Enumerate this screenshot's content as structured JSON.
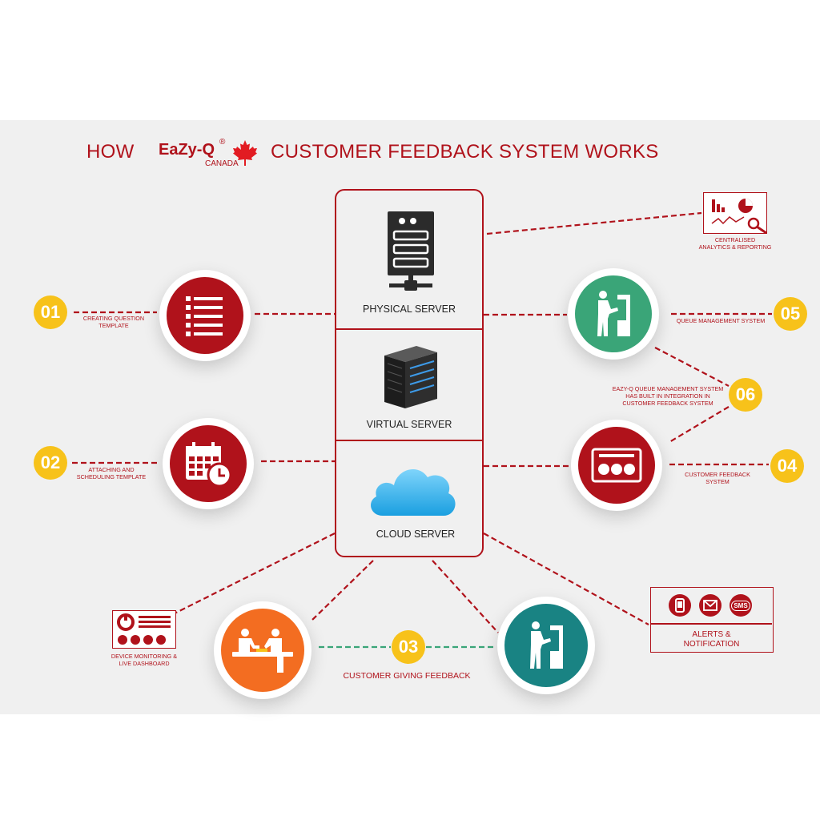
{
  "title": {
    "how": "HOW",
    "brand": "EaZy-Q",
    "registered": "®",
    "country": "CANADA",
    "rest": "CUSTOMER FEEDBACK SYSTEM WORKS"
  },
  "servers": {
    "physical": "PHYSICAL SERVER",
    "virtual": "VIRTUAL SERVER",
    "cloud": "CLOUD SERVER"
  },
  "steps": [
    {
      "num": "01",
      "label_lines": [
        "CREATING QUESTION",
        "TEMPLATE"
      ],
      "icon": "list-icon"
    },
    {
      "num": "02",
      "label_lines": [
        "ATTACHING AND",
        "SCHEDULING TEMPLATE"
      ],
      "icon": "calendar-clock-icon"
    },
    {
      "num": "03",
      "label_lines": [
        "CUSTOMER GIVING FEEDBACK"
      ],
      "icon": "feedback-counter-icon"
    },
    {
      "num": "04",
      "label_lines": [
        "CUSTOMER FEEDBACK",
        "SYSTEM"
      ],
      "icon": "feedback-panel-icon"
    },
    {
      "num": "05",
      "label_lines": [
        "QUEUE MANAGEMENT SYSTEM"
      ],
      "icon": "kiosk-user-icon"
    },
    {
      "num": "06",
      "label_lines": [
        "EAZY-Q QUEUE MANAGEMENT SYSTEM",
        "HAS BUILT IN INTEGRATION IN",
        "CUSTOMER FEEDBACK SYSTEM"
      ],
      "icon": ""
    }
  ],
  "extras": {
    "analytics_lines": [
      "CENTRALISED",
      "ANALYTICS & REPORTING"
    ],
    "monitoring_lines": [
      "DEVICE MONITORING &",
      "LIVE DASHBOARD"
    ],
    "alerts_lines": [
      "ALERTS &",
      "NOTIFICATION"
    ],
    "sms": "SMS"
  },
  "colors": {
    "brand_red": "#b0121b",
    "accent_yellow": "#f7c21a",
    "green": "#3aa578",
    "orange": "#f36d21",
    "teal": "#198383",
    "cloud_blue": "#2aa9e6",
    "connector_green": "#3aa578"
  }
}
